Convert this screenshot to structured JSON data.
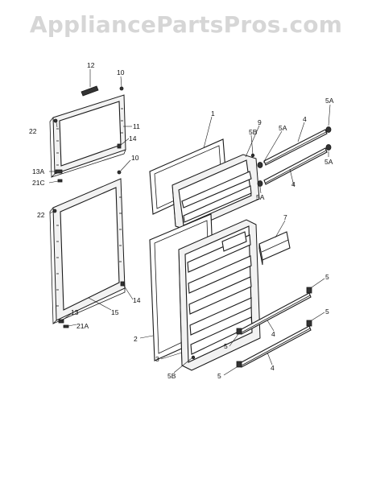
{
  "watermark": {
    "text": "AppliancePartsPros.com",
    "color": "#d6d6d6"
  },
  "callouts": [
    "12",
    "10",
    "11",
    "14",
    "22",
    "13A",
    "21C",
    "10",
    "22",
    "14",
    "13",
    "15",
    "21A",
    "1",
    "9",
    "5B",
    "2",
    "3",
    "5B",
    "7",
    "4",
    "5A",
    "5A",
    "5A",
    "4",
    "5A",
    "5",
    "5",
    "4",
    "5",
    "4",
    "5"
  ]
}
